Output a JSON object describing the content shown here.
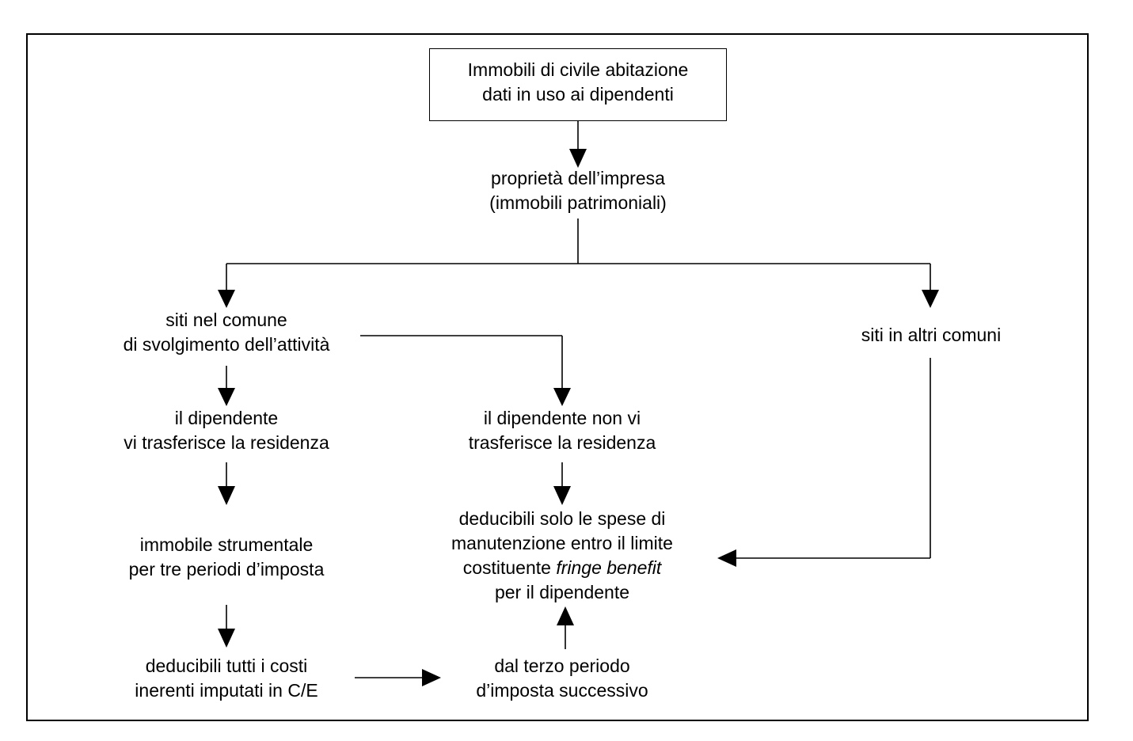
{
  "nodes": {
    "root": {
      "line1": "Immobili di civile abitazione",
      "line2": "dati in uso ai dipendenti"
    },
    "ownership": {
      "line1": "proprietà dell’impresa",
      "line2": "(immobili patrimoniali)"
    },
    "same_municipality": {
      "line1": "siti nel comune",
      "line2": "di svolgimento dell’attività"
    },
    "other_municipalities": {
      "line1": "siti in altri comuni"
    },
    "transfers_residence": {
      "line1": "il dipendente",
      "line2": "vi trasferisce la residenza"
    },
    "not_transfers_residence": {
      "line1": "il dipendente non vi",
      "line2": "trasferisce la residenza"
    },
    "instrumental_property": {
      "line1": "immobile strumentale",
      "line2": "per tre periodi d’imposta"
    },
    "maintenance_deductible": {
      "line1": "deducibili solo le spese di",
      "line2": "manutenzione entro il limite",
      "line3_prefix": "costituente ",
      "line3_italic": "fringe benefit",
      "line4": "per il dipendente"
    },
    "all_costs_deductible": {
      "line1": "deducibili tutti i costi",
      "line2": "inerenti imputati in C/E"
    },
    "third_period": {
      "line1": "dal terzo periodo",
      "line2": "d’imposta successivo"
    }
  }
}
